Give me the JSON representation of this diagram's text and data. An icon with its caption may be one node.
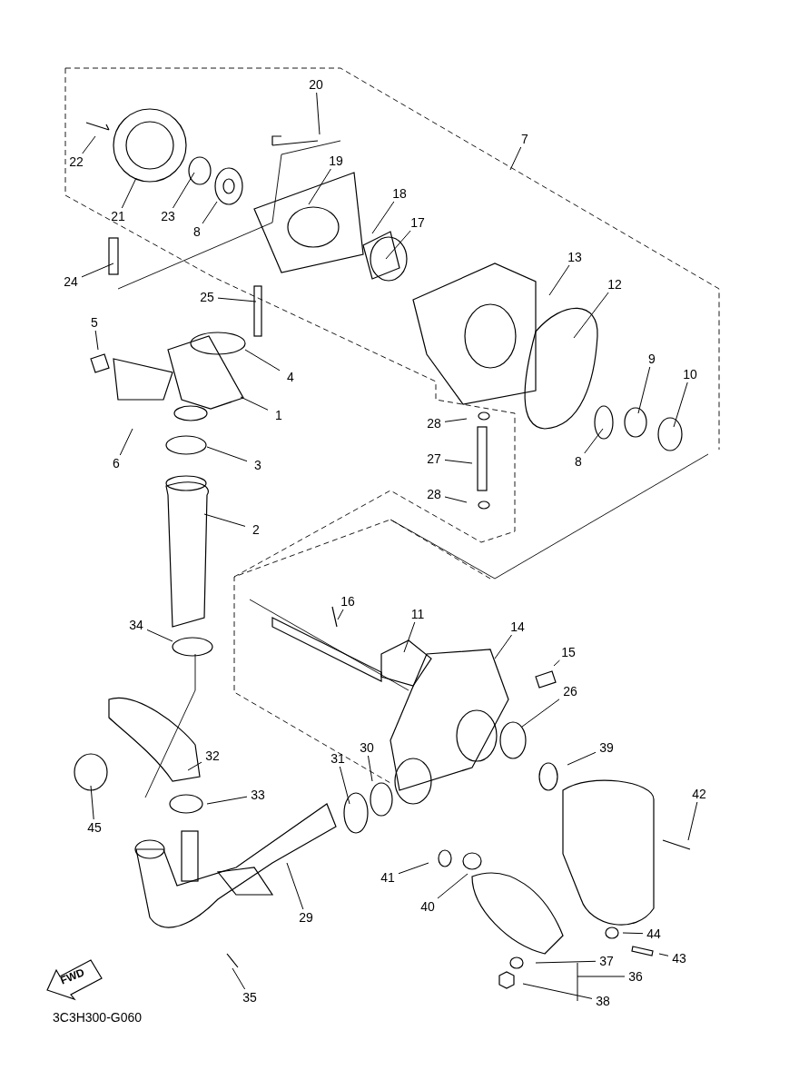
{
  "diagram": {
    "nodes": [
      {
        "text": [
          "20"
        ]
      },
      {
        "text": [
          "22"
        ]
      },
      {
        "text": [
          "21"
        ]
      },
      {
        "text": [
          "23"
        ]
      },
      {
        "text": [
          "8"
        ]
      },
      {
        "text": [
          "19"
        ]
      },
      {
        "text": [
          "18"
        ]
      },
      {
        "text": [
          "17"
        ]
      },
      {
        "text": [
          "7"
        ]
      },
      {
        "text": [
          "24"
        ]
      },
      {
        "text": [
          "13"
        ]
      },
      {
        "text": [
          "12"
        ]
      },
      {
        "text": [
          "25"
        ]
      },
      {
        "text": [
          "5"
        ]
      },
      {
        "text": [
          "4"
        ]
      },
      {
        "text": [
          "9"
        ]
      },
      {
        "text": [
          "10"
        ]
      },
      {
        "text": [
          "1"
        ]
      },
      {
        "text": [
          "28"
        ]
      },
      {
        "text": [
          "8"
        ]
      },
      {
        "text": [
          "6"
        ]
      },
      {
        "text": [
          "3"
        ]
      },
      {
        "text": [
          "27"
        ]
      },
      {
        "text": [
          "28"
        ]
      },
      {
        "text": [
          "2"
        ]
      },
      {
        "text": [
          "16"
        ]
      },
      {
        "text": [
          "11"
        ]
      },
      {
        "text": [
          "14"
        ]
      },
      {
        "text": [
          "15"
        ]
      },
      {
        "text": [
          "34"
        ]
      },
      {
        "text": [
          "26"
        ]
      },
      {
        "text": [
          "32"
        ]
      },
      {
        "text": [
          "39"
        ]
      },
      {
        "text": [
          "30"
        ]
      },
      {
        "text": [
          "31"
        ]
      },
      {
        "text": [
          "45"
        ]
      },
      {
        "text": [
          "33"
        ]
      },
      {
        "text": [
          "42"
        ]
      },
      {
        "text": [
          "41"
        ]
      },
      {
        "text": [
          "40"
        ]
      },
      {
        "text": [
          "29"
        ]
      },
      {
        "text": [
          "44"
        ]
      },
      {
        "text": [
          "43"
        ]
      },
      {
        "text": [
          "37"
        ]
      },
      {
        "text": [
          "36"
        ]
      },
      {
        "text": [
          "38"
        ]
      },
      {
        "text": [
          "35"
        ]
      }
    ],
    "edges": [
      {
        "from": 0,
        "to": null,
        "arrow": "none"
      },
      {
        "from": 1,
        "to": null,
        "arrow": "none"
      },
      {
        "from": 2,
        "to": null,
        "arrow": "none"
      },
      {
        "from": 3,
        "to": null,
        "arrow": "none"
      },
      {
        "from": 4,
        "to": null,
        "arrow": "none"
      },
      {
        "from": 5,
        "to": null,
        "arrow": "none"
      },
      {
        "from": 6,
        "to": null,
        "arrow": "none"
      },
      {
        "from": 7,
        "to": null,
        "arrow": "none"
      },
      {
        "from": 8,
        "to": null,
        "arrow": "none"
      },
      {
        "from": 9,
        "to": null,
        "arrow": "none"
      },
      {
        "from": 10,
        "to": null,
        "arrow": "none"
      },
      {
        "from": 11,
        "to": null,
        "arrow": "none"
      },
      {
        "from": 12,
        "to": null,
        "arrow": "none"
      },
      {
        "from": 13,
        "to": null,
        "arrow": "none"
      },
      {
        "from": 14,
        "to": null,
        "arrow": "none"
      },
      {
        "from": 15,
        "to": null,
        "arrow": "none"
      },
      {
        "from": 16,
        "to": null,
        "arrow": "none"
      },
      {
        "from": 17,
        "to": null,
        "arrow": "none"
      },
      {
        "from": 18,
        "to": null,
        "arrow": "none"
      },
      {
        "from": 19,
        "to": null,
        "arrow": "none"
      },
      {
        "from": 20,
        "to": null,
        "arrow": "none"
      },
      {
        "from": 21,
        "to": null,
        "arrow": "none"
      },
      {
        "from": 22,
        "to": null,
        "arrow": "none"
      },
      {
        "from": 23,
        "to": null,
        "arrow": "none"
      },
      {
        "from": 24,
        "to": null,
        "arrow": "none"
      },
      {
        "from": 25,
        "to": null,
        "arrow": "none"
      },
      {
        "from": 26,
        "to": null,
        "arrow": "none"
      },
      {
        "from": 27,
        "to": null,
        "arrow": "none"
      },
      {
        "from": 28,
        "to": null,
        "arrow": "none"
      },
      {
        "from": 29,
        "to": null,
        "arrow": "none"
      },
      {
        "from": 30,
        "to": null,
        "arrow": "none"
      },
      {
        "from": 31,
        "to": null,
        "arrow": "none"
      },
      {
        "from": 32,
        "to": null,
        "arrow": "none"
      },
      {
        "from": 33,
        "to": null,
        "arrow": "none"
      },
      {
        "from": 34,
        "to": null,
        "arrow": "none"
      },
      {
        "from": 35,
        "to": null,
        "arrow": "none"
      },
      {
        "from": 36,
        "to": null,
        "arrow": "none"
      },
      {
        "from": 37,
        "to": null,
        "arrow": "none"
      },
      {
        "from": 38,
        "to": null,
        "arrow": "none"
      },
      {
        "from": 39,
        "to": null,
        "arrow": "none"
      },
      {
        "from": 40,
        "to": null,
        "arrow": "none"
      },
      {
        "from": 41,
        "to": null,
        "arrow": "none"
      },
      {
        "from": 42,
        "to": null,
        "arrow": "none"
      },
      {
        "from": 43,
        "to": null,
        "arrow": "none"
      },
      {
        "from": 44,
        "to": null,
        "arrow": "none"
      },
      {
        "from": 45,
        "to": null,
        "arrow": "none"
      },
      {
        "from": 46,
        "to": null,
        "arrow": "none"
      }
    ],
    "labels": [
      "FWD",
      "3C3H300-G060"
    ]
  }
}
